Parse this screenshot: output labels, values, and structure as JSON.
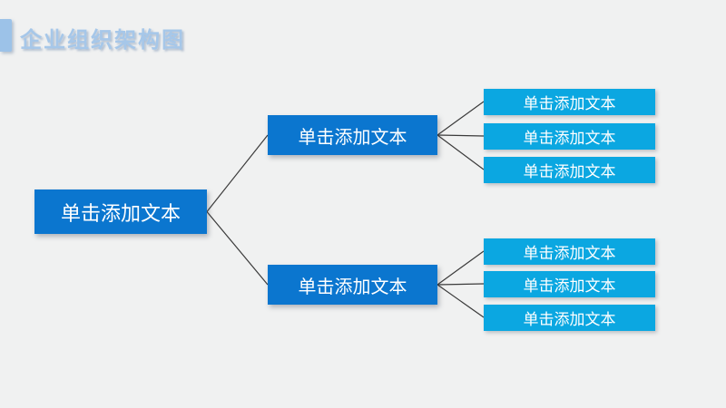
{
  "title": {
    "text": "企业组织架构图"
  },
  "tree": {
    "root": {
      "label": "单击添加文本"
    },
    "branches": [
      {
        "label": "单击添加文本",
        "children": [
          {
            "label": "单击添加文本"
          },
          {
            "label": "单击添加文本"
          },
          {
            "label": "单击添加文本"
          }
        ]
      },
      {
        "label": "单击添加文本",
        "children": [
          {
            "label": "单击添加文本"
          },
          {
            "label": "单击添加文本"
          },
          {
            "label": "单击添加文本"
          }
        ]
      }
    ]
  },
  "colors": {
    "background": "#f0f1f1",
    "title_text": "#a6c7e9",
    "title_accent_bar": "#9cc2e8",
    "node_level1_fill": "#0b76cf",
    "node_level3_fill": "#0ba7e1",
    "node_text": "#ffffff",
    "connector_line": "#3a3a3a"
  }
}
